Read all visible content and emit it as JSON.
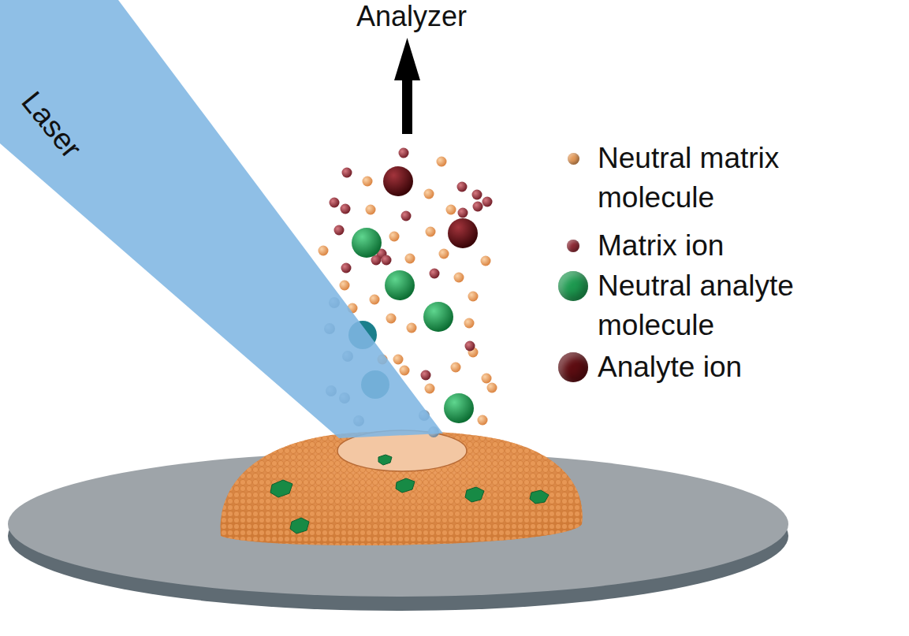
{
  "diagram": {
    "nodes": [
      {
        "text": [
          "Laser"
        ]
      }
    ],
    "labels": [
      "Analyzer"
    ],
    "legend": [
      {
        "text": "Neutral matrix molecule",
        "color": "#e39a5a"
      },
      {
        "text": "Matrix ion",
        "color": "#8e2b36"
      },
      {
        "text": "Neutral analyte molecule",
        "color": "#1e9a50"
      },
      {
        "text": "Analyte ion",
        "color": "#5e0d12"
      }
    ]
  }
}
